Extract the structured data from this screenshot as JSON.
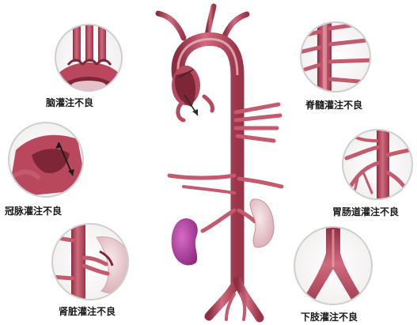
{
  "labels": {
    "brain": "脑灌注不良",
    "spinal": "脊髓灌注不良",
    "coronary": "冠脉灌注不良",
    "gi": "胃肠道灌注不良",
    "renal": "肾脏灌注不良",
    "lower_limb": "下肢灌注不良"
  },
  "colors": {
    "vessel": "#b9485e",
    "vessel_light": "#d87a8c",
    "false_lumen": "#7e2638",
    "kidney_ischemic": "#b23aa0",
    "kidney_normal": "#e9c9cf",
    "circle_border": "#cfcfcf"
  }
}
